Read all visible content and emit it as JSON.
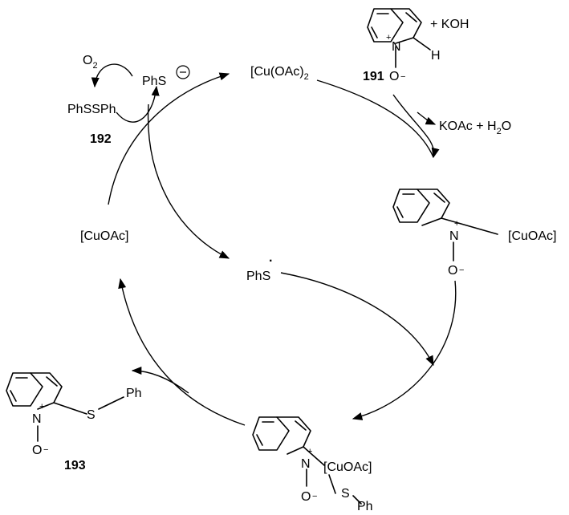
{
  "labels": {
    "cu_oac2_main": "[Cu(OAc)",
    "cu_oac2_sub": "2",
    "plus_koh": "+  KOH",
    "h_atom": "H",
    "n_atom": "N",
    "o_atom": "O",
    "plus_charge": "+",
    "minus_charge": "−",
    "compound_191": "191",
    "kobyproduct_main": "KOAc + H",
    "kobyproduct_sub": "2",
    "kobyproduct_tail": "O",
    "o2_main": "O",
    "o2_sub": "2",
    "phs_anion": "PhS",
    "phsSph": "PhSSPh",
    "compound_192": "192",
    "cuoac": "[CuOAc]",
    "cuoac_substituent": "[CuOAc]",
    "phs_radical": "PhS",
    "radical_dot": "·",
    "s_atom": "S",
    "ph": "Ph",
    "compound_193": "193"
  }
}
